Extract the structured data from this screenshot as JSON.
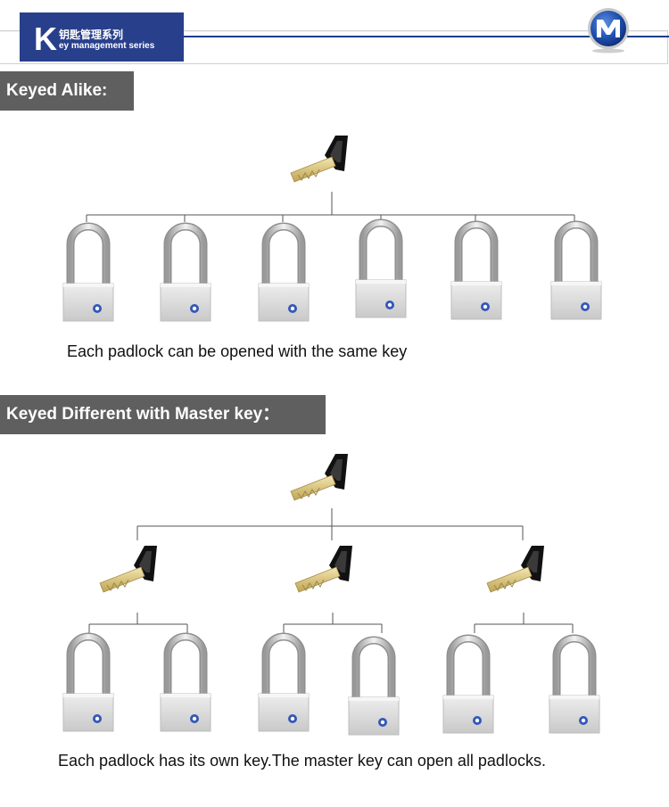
{
  "header": {
    "brand_letter": "K",
    "brand_title_cn": "钥匙管理系列",
    "brand_title_en": "ey management series",
    "logo_icon": "m-logo-icon"
  },
  "sections": [
    {
      "title": "Keyed Alike:",
      "caption": "Each padlock can be opened with the same key",
      "padlock_count": 6,
      "key_count": 1
    },
    {
      "title": "Keyed Different with Master key：",
      "caption": "Each padlock has its own key.The master key can open all padlocks.",
      "padlock_count": 6,
      "key_count": 4
    }
  ],
  "colors": {
    "header_blue": "#283f8c",
    "section_gray": "#5f5f5f",
    "padlock_body": "#d9d9d9",
    "key_brass": "#d9c57a"
  },
  "icons": [
    "key-icon",
    "padlock-icon",
    "m-logo-icon"
  ]
}
